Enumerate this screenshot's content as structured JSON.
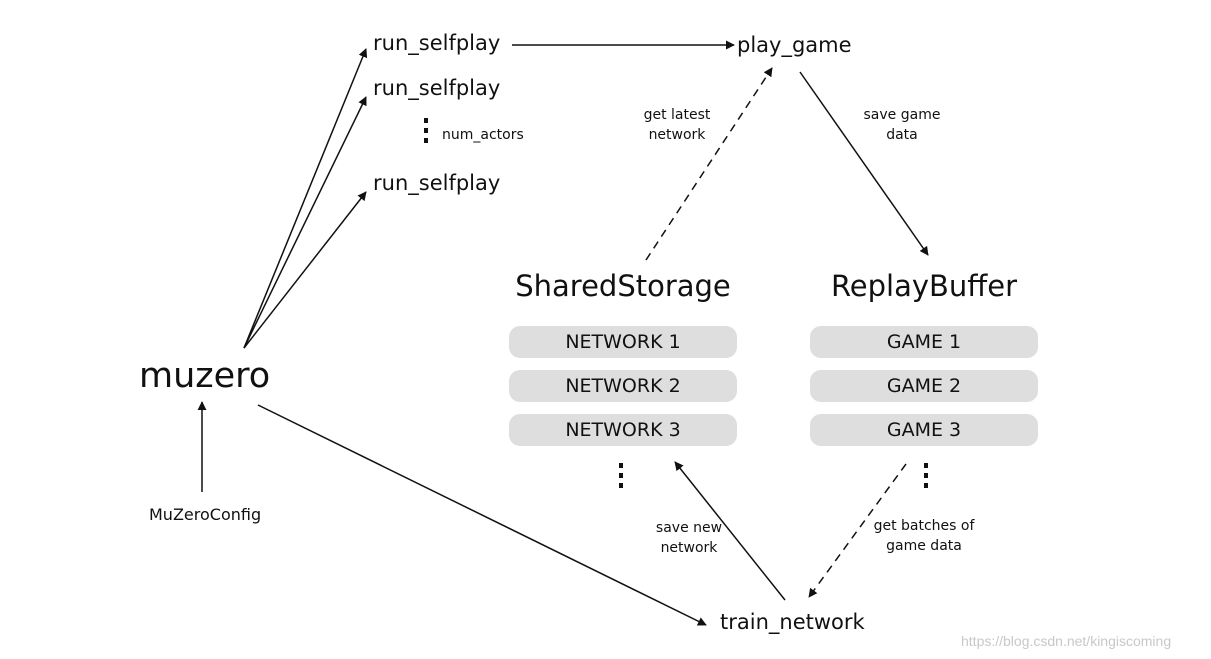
{
  "nodes": {
    "run_selfplay_1": "run_selfplay",
    "run_selfplay_2": "run_selfplay",
    "run_selfplay_3": "run_selfplay",
    "num_actors": "num_actors",
    "play_game": "play_game",
    "muzero": "muzero",
    "muzero_config": "MuZeroConfig",
    "train_network": "train_network"
  },
  "stores": {
    "shared_storage": {
      "title": "SharedStorage",
      "items": [
        "NETWORK 1",
        "NETWORK 2",
        "NETWORK 3"
      ]
    },
    "replay_buffer": {
      "title": "ReplayBuffer",
      "items": [
        "GAME 1",
        "GAME 2",
        "GAME 3"
      ]
    }
  },
  "edge_labels": {
    "get_latest_network": [
      "get latest",
      "network"
    ],
    "save_game_data": [
      "save game",
      "data"
    ],
    "save_new_network": [
      "save new",
      "network"
    ],
    "get_batches": [
      "get batches of",
      "game data"
    ]
  },
  "watermark": "https://blog.csdn.net/kingiscoming"
}
